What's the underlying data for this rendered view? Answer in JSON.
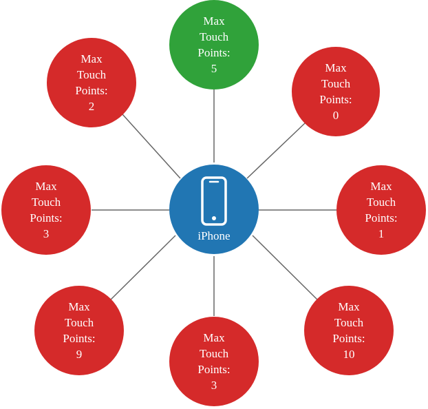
{
  "colors": {
    "background": "#ffffff",
    "center": "#2176b3",
    "highlight": "#30a23a",
    "default": "#d52a2a",
    "connector": "#666666",
    "text": "#ffffff"
  },
  "center": {
    "label": "iPhone",
    "icon": "smartphone-icon"
  },
  "nodes": [
    {
      "id": "top",
      "lines": [
        "Max",
        "Touch",
        "Points:",
        "5"
      ],
      "highlight": true
    },
    {
      "id": "upper-right",
      "lines": [
        "Max",
        "Touch",
        "Points:",
        "0"
      ],
      "highlight": false
    },
    {
      "id": "right",
      "lines": [
        "Max",
        "Touch",
        "Points:",
        "1"
      ],
      "highlight": false
    },
    {
      "id": "lower-right",
      "lines": [
        "Max",
        "Touch",
        "Points:",
        "10"
      ],
      "highlight": false
    },
    {
      "id": "bottom",
      "lines": [
        "Max",
        "Touch",
        "Points:",
        "3"
      ],
      "highlight": false
    },
    {
      "id": "lower-left",
      "lines": [
        "Max",
        "Touch",
        "Points:",
        "9"
      ],
      "highlight": false
    },
    {
      "id": "left",
      "lines": [
        "Max",
        "Touch",
        "Points:",
        "3"
      ],
      "highlight": false
    },
    {
      "id": "upper-left",
      "lines": [
        "Max",
        "Touch",
        "Points:",
        "2"
      ],
      "highlight": false
    }
  ]
}
